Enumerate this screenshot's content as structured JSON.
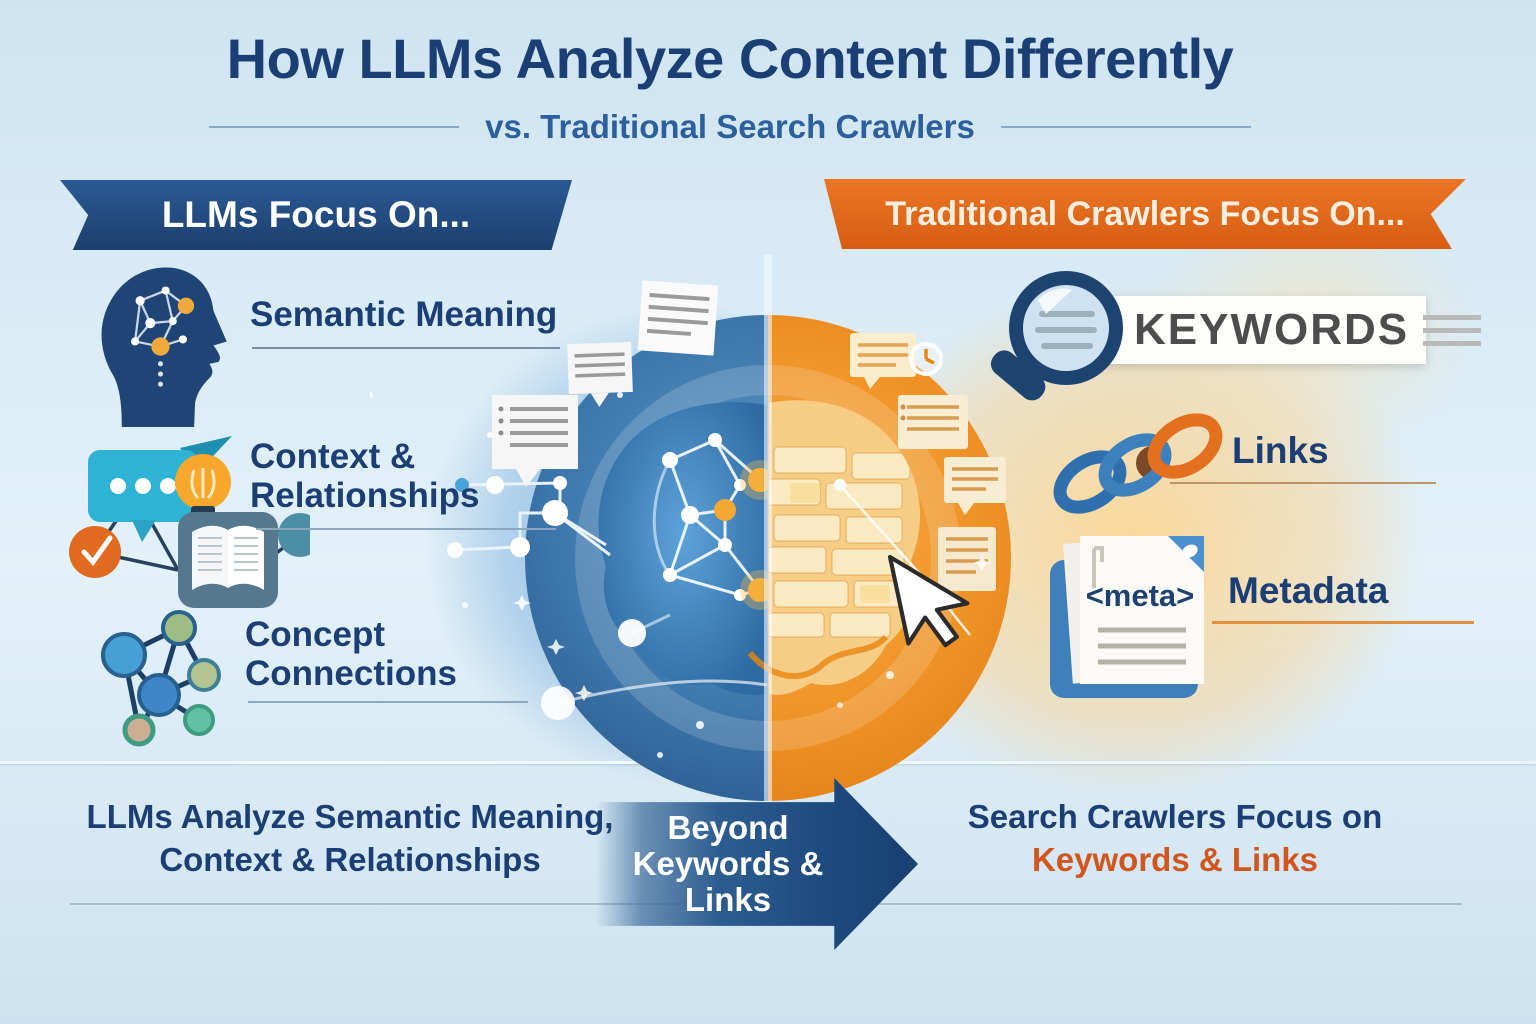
{
  "header": {
    "title": "How LLMs Analyze Content Differently",
    "subtitle": "vs. Traditional Search Crawlers"
  },
  "left_panel": {
    "banner": "LLMs Focus On...",
    "items": [
      {
        "icon": "brain-head-icon",
        "label": "Semantic Meaning"
      },
      {
        "icon": "context-network-icon",
        "label_lines": [
          "Context &",
          "Relationships"
        ]
      },
      {
        "icon": "concept-graph-icon",
        "label_lines": [
          "Concept",
          "Connections"
        ]
      }
    ]
  },
  "right_panel": {
    "banner": "Traditional Crawlers Focus On...",
    "items": [
      {
        "icon": "magnifier-icon",
        "label": "KEYWORDS"
      },
      {
        "icon": "chain-links-icon",
        "label": "Links"
      },
      {
        "icon": "metadata-document-icon",
        "icon_text": "<meta>",
        "label": "Metadata"
      }
    ]
  },
  "footer": {
    "left_lines": [
      "LLMs Analyze Semantic Meaning,",
      "Context & Relationships"
    ],
    "arrow_lines": [
      "Beyond",
      "Keywords &",
      "Links"
    ],
    "right_line1": "Search Crawlers Focus on",
    "right_line2": "Keywords & Links"
  },
  "colors": {
    "navy_text": "#1b3e74",
    "blue_banner": "#1d4a7e",
    "orange_banner": "#e2661c",
    "orange_text": "#d1561e",
    "background_blue": "#cfe4f1"
  }
}
